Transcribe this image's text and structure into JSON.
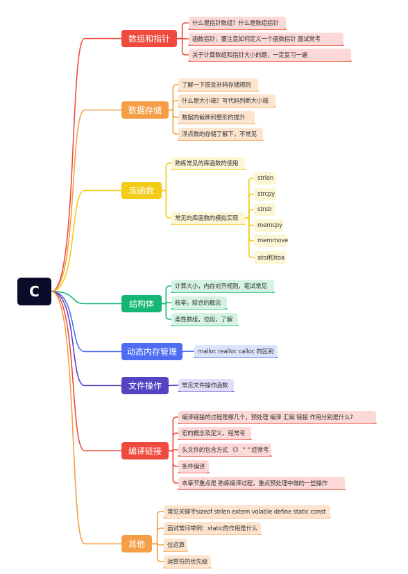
{
  "root": {
    "label": "C"
  },
  "branches": [
    {
      "label": "数组和指针",
      "color": "#ef4a3d",
      "items": [
        {
          "label": "什么是指针数组？什么是数组指针"
        },
        {
          "label": "函数指针，要注意如何定义一个函数指针 面试常考"
        },
        {
          "label": "关于计算数组和指针大小的题，一定复习一遍"
        }
      ]
    },
    {
      "label": "数据存储",
      "color": "#f59e46",
      "items": [
        {
          "label": "了解一下原反补码存储规则"
        },
        {
          "label": "什么是大小端？写代码判断大小端"
        },
        {
          "label": "数据的截断和整形的提升"
        },
        {
          "label": "浮点数的存储了解下，不常见"
        }
      ]
    },
    {
      "label": "库函数",
      "color": "#f3cc16",
      "items": [
        {
          "label": "熟练常见的库函数的使用"
        },
        {
          "label": "常见的库函数的模拟实现",
          "items": [
            {
              "label": "strlen"
            },
            {
              "label": "strcpy"
            },
            {
              "label": "strstr"
            },
            {
              "label": "memcpy"
            },
            {
              "label": "memmove"
            },
            {
              "label": "atoi和itoa"
            }
          ]
        }
      ]
    },
    {
      "label": "结构体",
      "color": "#14b772",
      "items": [
        {
          "label": "计算大小，内存对齐规则，笔试常见"
        },
        {
          "label": "枚举，联合的概念"
        },
        {
          "label": "柔性数组，位段，了解"
        }
      ]
    },
    {
      "label": "动态内存管理",
      "color": "#4d6cf2",
      "items": [
        {
          "label": "malloc realloc calloc 的区别"
        }
      ]
    },
    {
      "label": "文件操作",
      "color": "#5444c2",
      "items": [
        {
          "label": "常见文件操作函数"
        }
      ]
    },
    {
      "label": "编译链接",
      "color": "#ef4a3d",
      "items": [
        {
          "label": "编译链接的过程是哪几个，预处理 编译 汇编 链接 作用分别是什么?"
        },
        {
          "label": "宏的概念及定义，经常考"
        },
        {
          "label": "头文件的包含方式 《》 \" \" 经常考"
        },
        {
          "label": "条件编译"
        },
        {
          "label": "本章节重点是 熟练编译过程，重点预处理中做的一些操作"
        }
      ]
    },
    {
      "label": "其他",
      "color": "#f59e46",
      "items": [
        {
          "label": "常见关键字sizeof strlen extern volatile define static const"
        },
        {
          "label": "面试常问举例：static的作用是什么"
        },
        {
          "label": "位运算"
        },
        {
          "label": "运算符的优先级"
        }
      ]
    }
  ]
}
